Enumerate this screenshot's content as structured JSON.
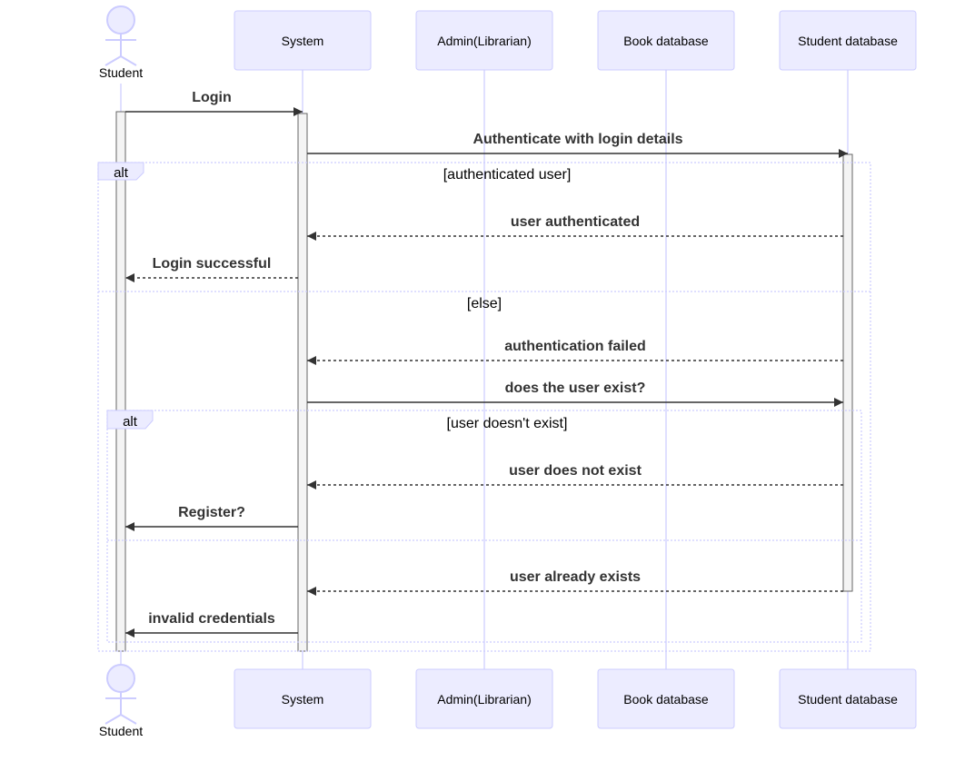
{
  "participants": {
    "student": "Student",
    "system": "System",
    "admin": "Admin(Librarian)",
    "book_db": "Book database",
    "student_db": "Student database"
  },
  "messages": {
    "login": "Login",
    "authenticate": "Authenticate with login details",
    "user_authenticated": "user authenticated",
    "login_successful": "Login successful",
    "authentication_failed": "authentication failed",
    "does_user_exist": "does the user exist?",
    "user_not_exist": "user does not exist",
    "register": "Register?",
    "user_already_exists": "user already exists",
    "invalid_credentials": "invalid credentials"
  },
  "fragments": {
    "outer_label": "alt",
    "outer_condition": "[authenticated user]",
    "else_condition": "[else]",
    "inner_label": "alt",
    "inner_condition": "[user doesn't exist]"
  },
  "colors": {
    "actor_fill": "#ECECFF",
    "actor_stroke": "#CCCCFF",
    "message_line": "#333333",
    "activation_fill": "#F4F4F4"
  }
}
